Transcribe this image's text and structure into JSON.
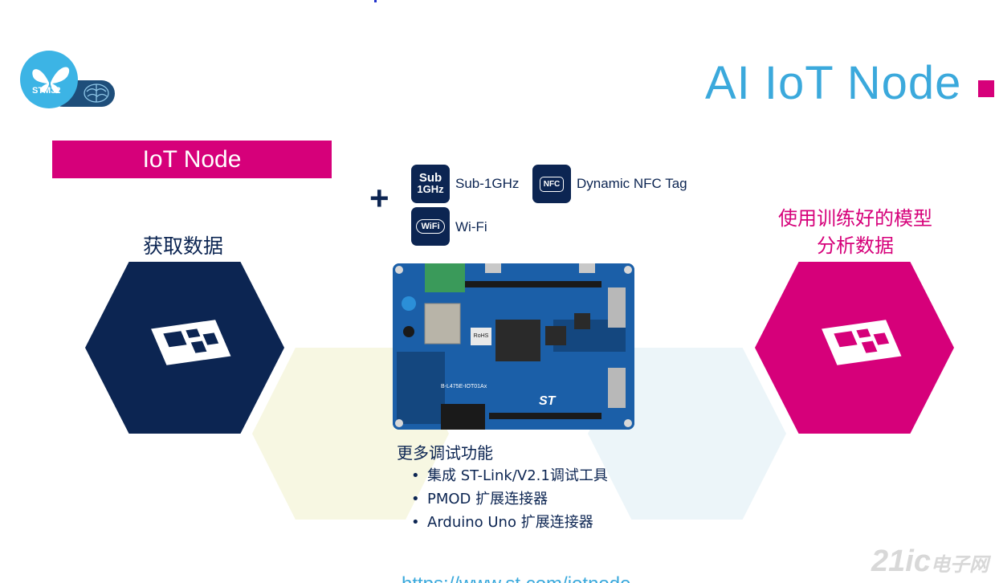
{
  "slide": {
    "title": "AI IoT Node",
    "banner": "IoT Node",
    "left_caption": "获取数据",
    "right_caption_line1": "使用训练好的模型",
    "right_caption_line2": "分析数据",
    "plus": "+",
    "logo_text": "STM32"
  },
  "connectivity": [
    {
      "icon": "sub-1ghz-icon",
      "icon_line1": "Sub",
      "icon_line2": "1GHz",
      "label": "Sub-1GHz"
    },
    {
      "icon": "nfc-icon",
      "icon_text": "NFC",
      "label": "Dynamic NFC Tag"
    },
    {
      "icon": "wifi-icon",
      "icon_text": "WiFi",
      "label": "Wi-Fi"
    }
  ],
  "features": {
    "heading": "更多调试功能",
    "items": [
      "集成 ST-Link/V2.1调试工具",
      "PMOD 扩展连接器",
      "Arduino Uno 扩展连接器"
    ]
  },
  "board": {
    "rohs": "RoHS",
    "model": "B-L475E-IOT01Ax",
    "brand": "ST"
  },
  "url": "https://www.st.com/iotnode",
  "watermark": {
    "main": "21ic",
    "sub": "电子网"
  },
  "colors": {
    "title_blue": "#3ba9dc",
    "accent_pink": "#d6007a",
    "navy": "#0c2552",
    "board_blue": "#1b5fa8"
  }
}
